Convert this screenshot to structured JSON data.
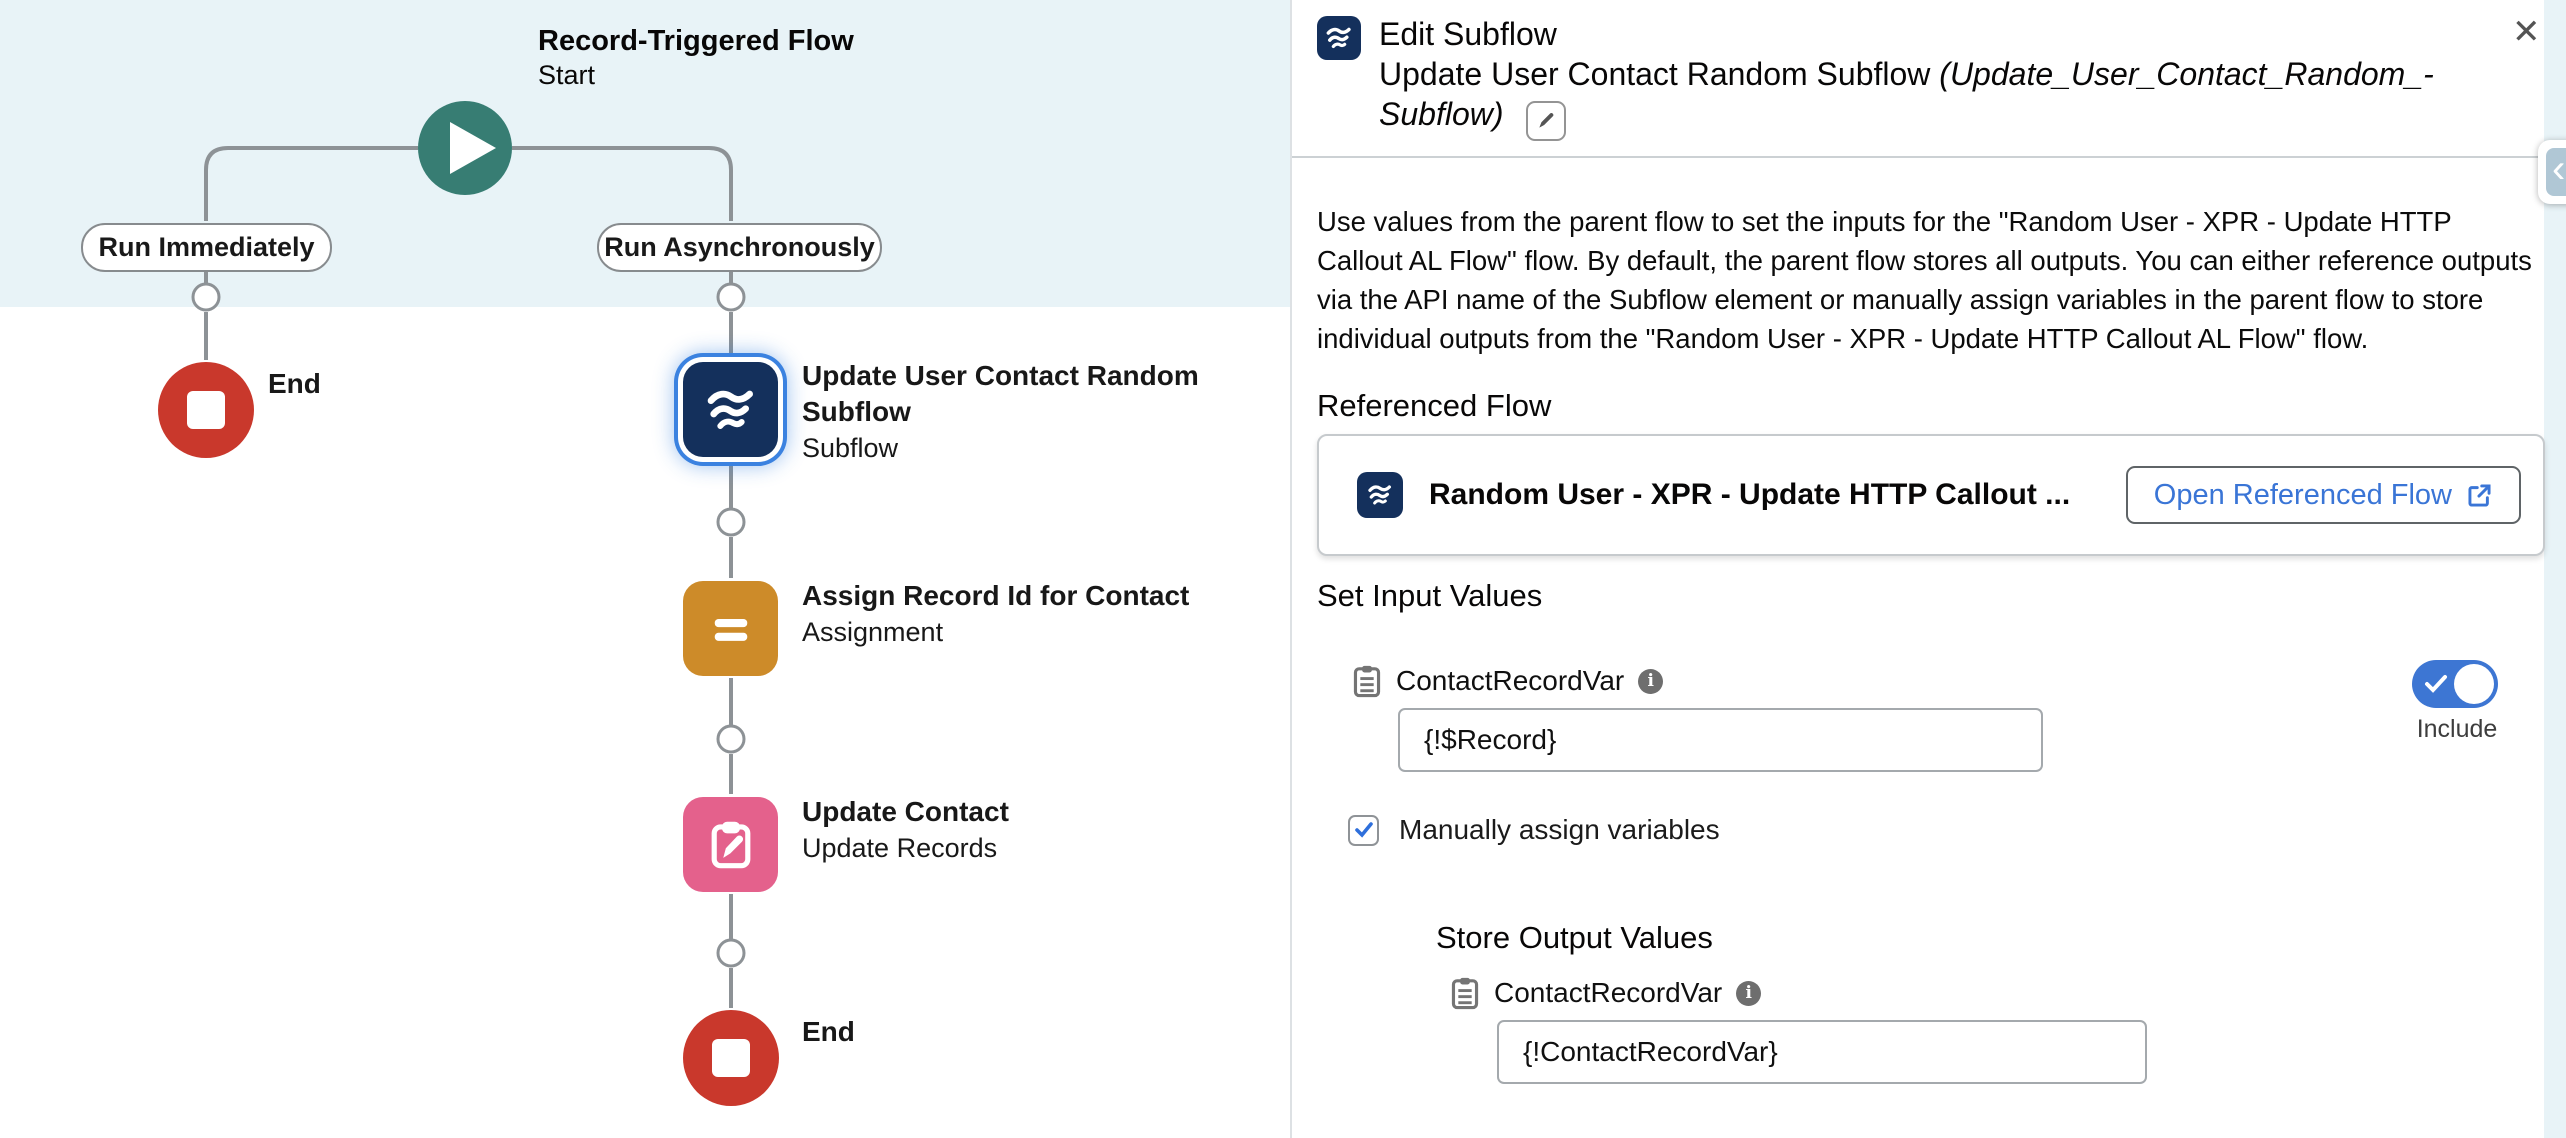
{
  "canvas": {
    "start": {
      "title": "Record-Triggered Flow",
      "subtitle": "Start"
    },
    "branch_left_label": "Run Immediately",
    "branch_right_label": "Run Asynchronously",
    "end_left_label": "End",
    "end_right_label": "End",
    "nodes": [
      {
        "name": "Update User Contact Random Subflow",
        "type": "Subflow"
      },
      {
        "name": "Assign Record Id for Contact",
        "type": "Assignment"
      },
      {
        "name": "Update Contact",
        "type": "Update Records"
      }
    ]
  },
  "panel": {
    "title": "Edit Subflow",
    "subflow_name": "Update User Contact Random Subflow",
    "api_name": "(Update_User_Contact_Random_-Subflow)",
    "close_icon": "✕",
    "description": "Use values from the parent flow to set the inputs for the \"Random User - XPR - Update HTTP Callout AL Flow\" flow. By default, the parent flow stores all outputs. You can either reference outputs via the API name of the Subflow element or manually assign variables in the parent flow to store individual outputs from the \"Random User - XPR - Update HTTP Callout AL Flow\" flow.",
    "referenced_flow": {
      "heading": "Referenced Flow",
      "name": "Random User - XPR - Update HTTP Callout ...",
      "open_button": "Open Referenced Flow"
    },
    "set_input": {
      "heading": "Set Input Values",
      "var_label": "ContactRecordVar",
      "value": "{!$Record}",
      "include_label": "Include"
    },
    "manual_assign_label": "Manually assign variables",
    "store_output": {
      "heading": "Store Output Values",
      "var_label": "ContactRecordVar",
      "value": "{!ContactRecordVar}"
    }
  },
  "colors": {
    "canvas_band": "#e8f3f7",
    "start_teal": "#377d73",
    "end_red": "#c9382c",
    "subflow_navy": "#14305c",
    "assignment_orange": "#cd8b29",
    "update_pink": "#e4618c",
    "connector_gray": "#8d9296",
    "selected_blue": "#3b82e0",
    "toggle_blue": "#3d76d3",
    "link_blue": "#3a75d6"
  }
}
